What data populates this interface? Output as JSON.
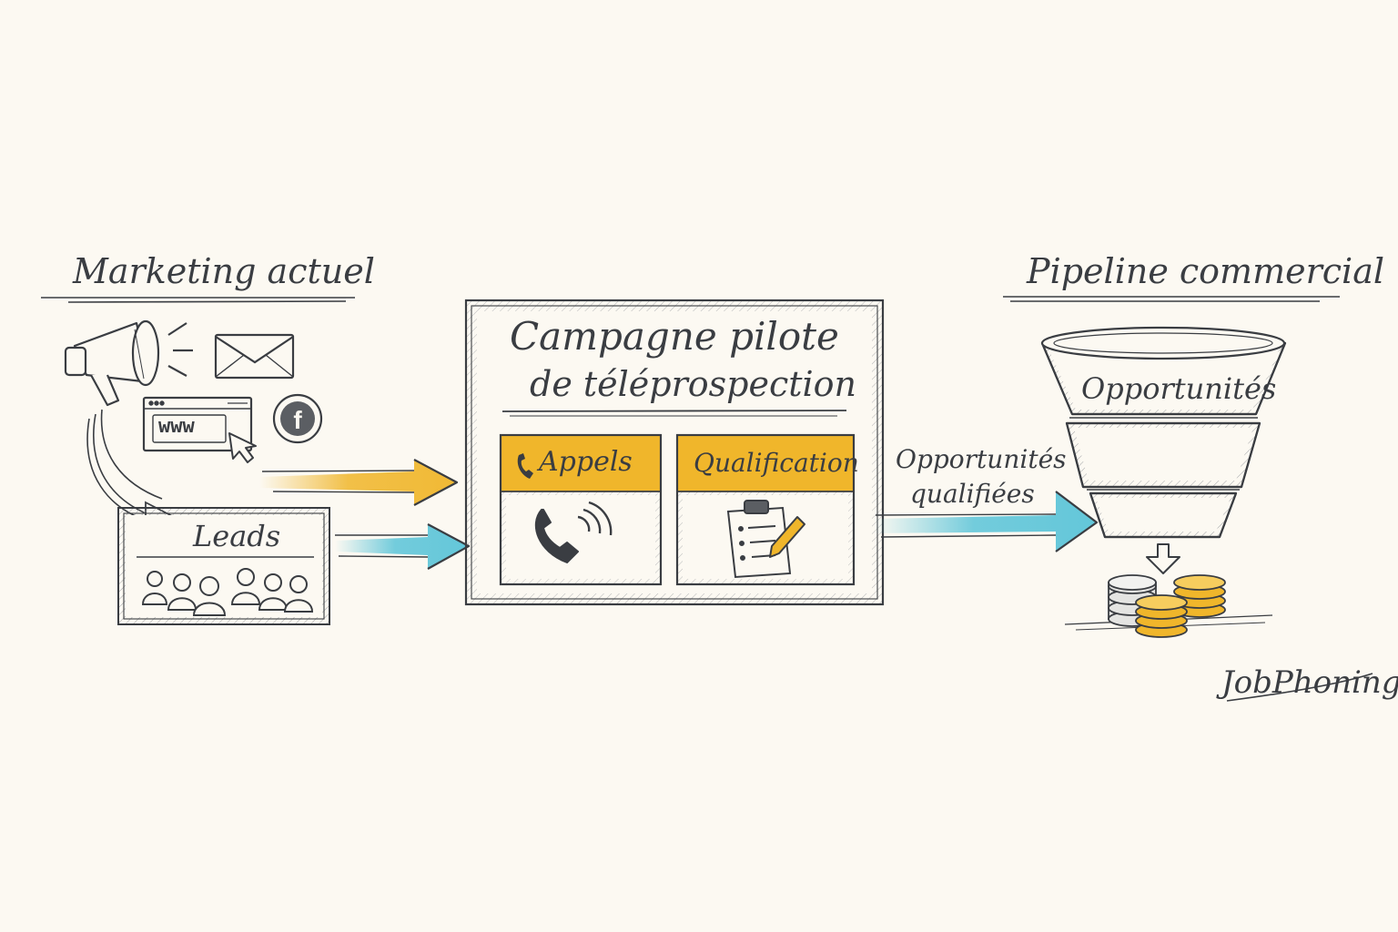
{
  "sections": {
    "marketing": {
      "title": "Marketing actuel",
      "browser_text": "www",
      "leads_label": "Leads"
    },
    "campaign": {
      "title_line1": "Campagne pilote",
      "title_line2": "de téléprospection",
      "cards": [
        {
          "label": "Appels"
        },
        {
          "label": "Qualification"
        }
      ]
    },
    "flow_label": {
      "line1": "Opportunités",
      "line2": "qualifiées"
    },
    "pipeline": {
      "title": "Pipeline commercial",
      "funnel_label": "Opportunités"
    }
  },
  "brand": "JobPhoning",
  "icons": [
    "megaphone-icon",
    "envelope-icon",
    "browser-icon",
    "cursor-icon",
    "facebook-icon",
    "people-icon",
    "phone-icon",
    "clipboard-icon",
    "pencil-icon",
    "coins-icon",
    "down-arrow-icon"
  ],
  "colors": {
    "ink": "#3a3d42",
    "yellow": "#f0b62b",
    "blue": "#5bc4d8",
    "paper": "#fcf9f2"
  }
}
